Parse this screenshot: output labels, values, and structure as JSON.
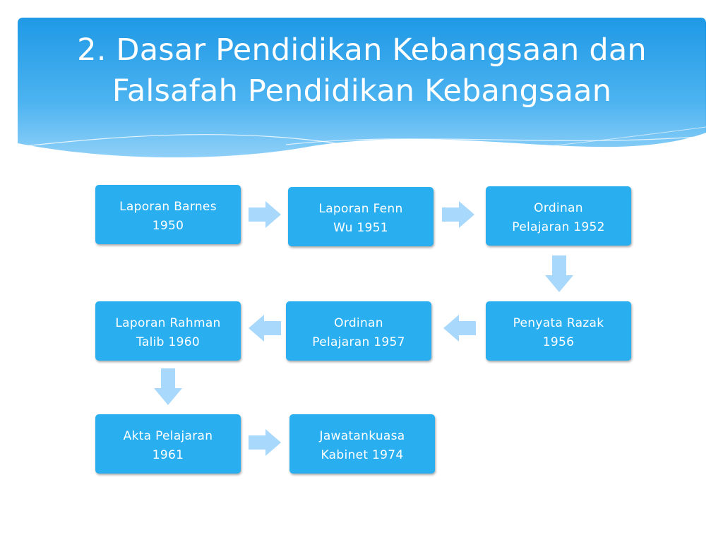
{
  "title": "2. Dasar Pendidikan Kebangsaan dan\nFalsafah Pendidikan Kebangsaan",
  "colors": {
    "header_top": "#1f99e6",
    "header_bottom": "#7fcaf7",
    "box": "#29aef0",
    "arrow": "#a8d8fb"
  },
  "steps": [
    {
      "id": "barnes",
      "label": "Laporan Barnes\n1950"
    },
    {
      "id": "fenn-wu",
      "label": "Laporan Fenn\nWu 1951"
    },
    {
      "id": "ordinan-1952",
      "label": "Ordinan\nPelajaran 1952"
    },
    {
      "id": "razak",
      "label": "Penyata Razak\n1956"
    },
    {
      "id": "ordinan-1957",
      "label": "Ordinan\nPelajaran 1957"
    },
    {
      "id": "rahman-talib",
      "label": "Laporan Rahman\nTalib 1960"
    },
    {
      "id": "akta-1961",
      "label": "Akta Pelajaran\n1961"
    },
    {
      "id": "jawatankuasa-1974",
      "label": "Jawatankuasa\nKabinet 1974"
    }
  ]
}
